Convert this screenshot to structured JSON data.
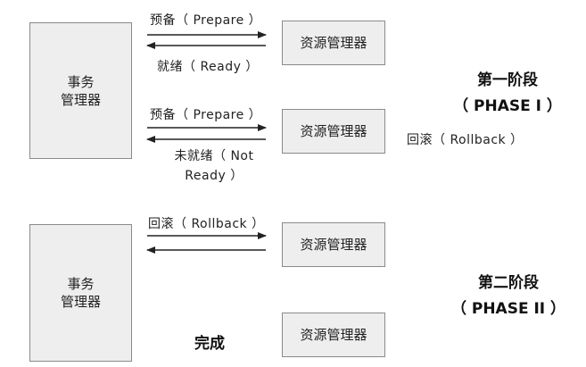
{
  "tm1": {
    "line1": "事务",
    "line2": "管理器"
  },
  "tm2": {
    "line1": "事务",
    "line2": "管理器"
  },
  "rm": {
    "r1": "资源管理器",
    "r2": "资源管理器",
    "r3": "资源管理器",
    "r4": "资源管理器"
  },
  "msg": {
    "prepare1": "预备（ Prepare ）",
    "ready": "就绪（ Ready ）",
    "prepare2": "预备（ Prepare ）",
    "notready_line1": "未就绪（ Not",
    "notready_line2": "Ready ）",
    "rollback_side": "回滚（ Rollback ）",
    "rollback2": "回滚（ Rollback ）",
    "done": "完成"
  },
  "phase1": {
    "title": "第一阶段",
    "sub": "（ PHASE I ）"
  },
  "phase2": {
    "title": "第二阶段",
    "sub": "（ PHASE II ）"
  }
}
